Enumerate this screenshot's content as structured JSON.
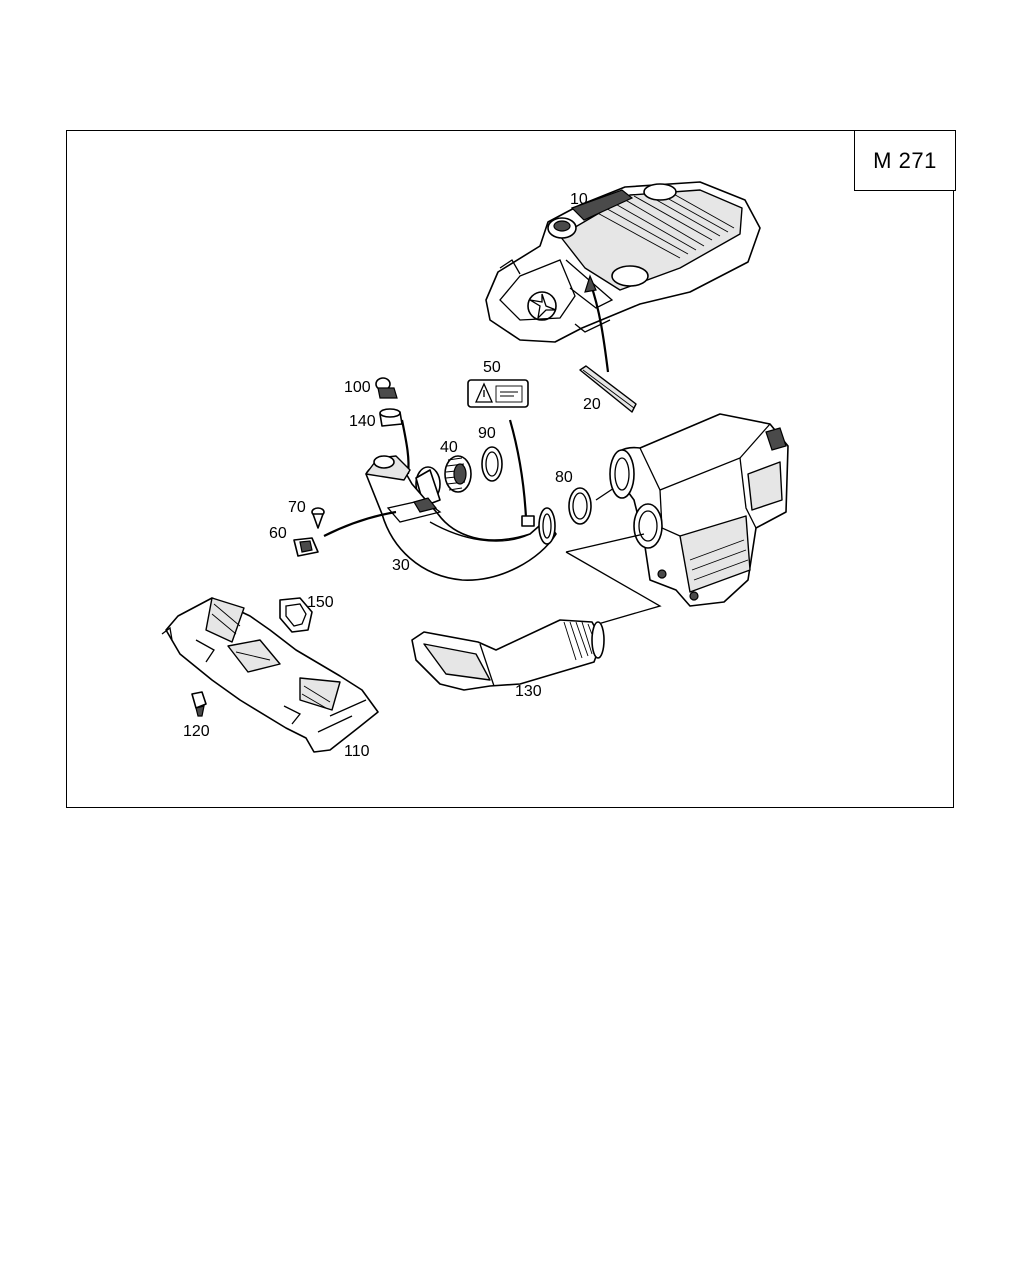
{
  "diagram": {
    "model_code": "M 271",
    "callouts": {
      "c10": "10",
      "c20": "20",
      "c30": "30",
      "c40": "40",
      "c50": "50",
      "c60": "60",
      "c70": "70",
      "c80": "80",
      "c90": "90",
      "c100": "100",
      "c110": "110",
      "c120": "120",
      "c130": "130",
      "c140": "140",
      "c150": "150"
    }
  }
}
